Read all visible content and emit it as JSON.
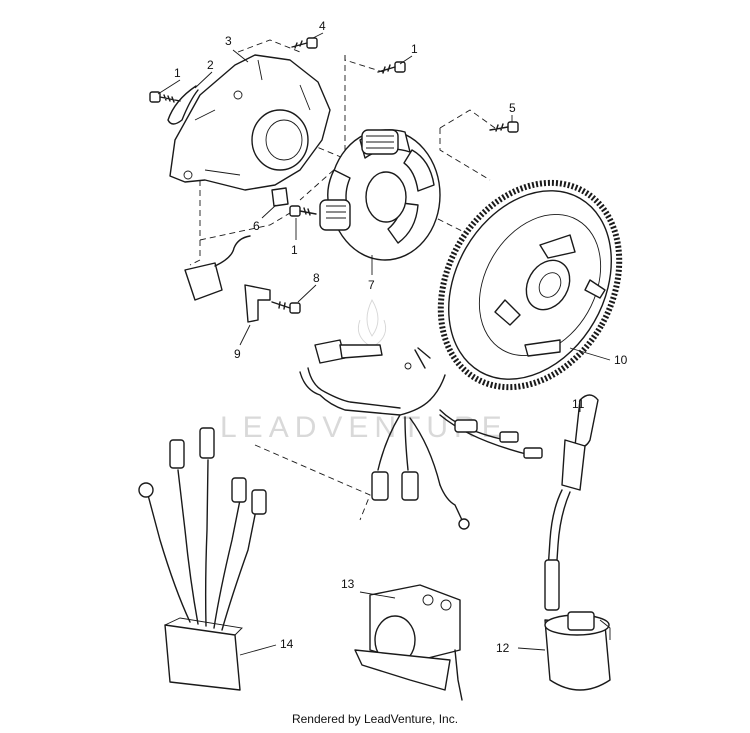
{
  "watermark": "LEADVENTURE",
  "callouts": {
    "c1a": "1",
    "c1b": "1",
    "c1c": "1",
    "c2": "2",
    "c3": "3",
    "c4": "4",
    "c5": "5",
    "c6": "6",
    "c7": "7",
    "c8": "8",
    "c9": "9",
    "c10": "10",
    "c11": "11",
    "c12": "12",
    "c13": "13",
    "c14": "14"
  },
  "footer": "Rendered by LeadVenture, Inc."
}
